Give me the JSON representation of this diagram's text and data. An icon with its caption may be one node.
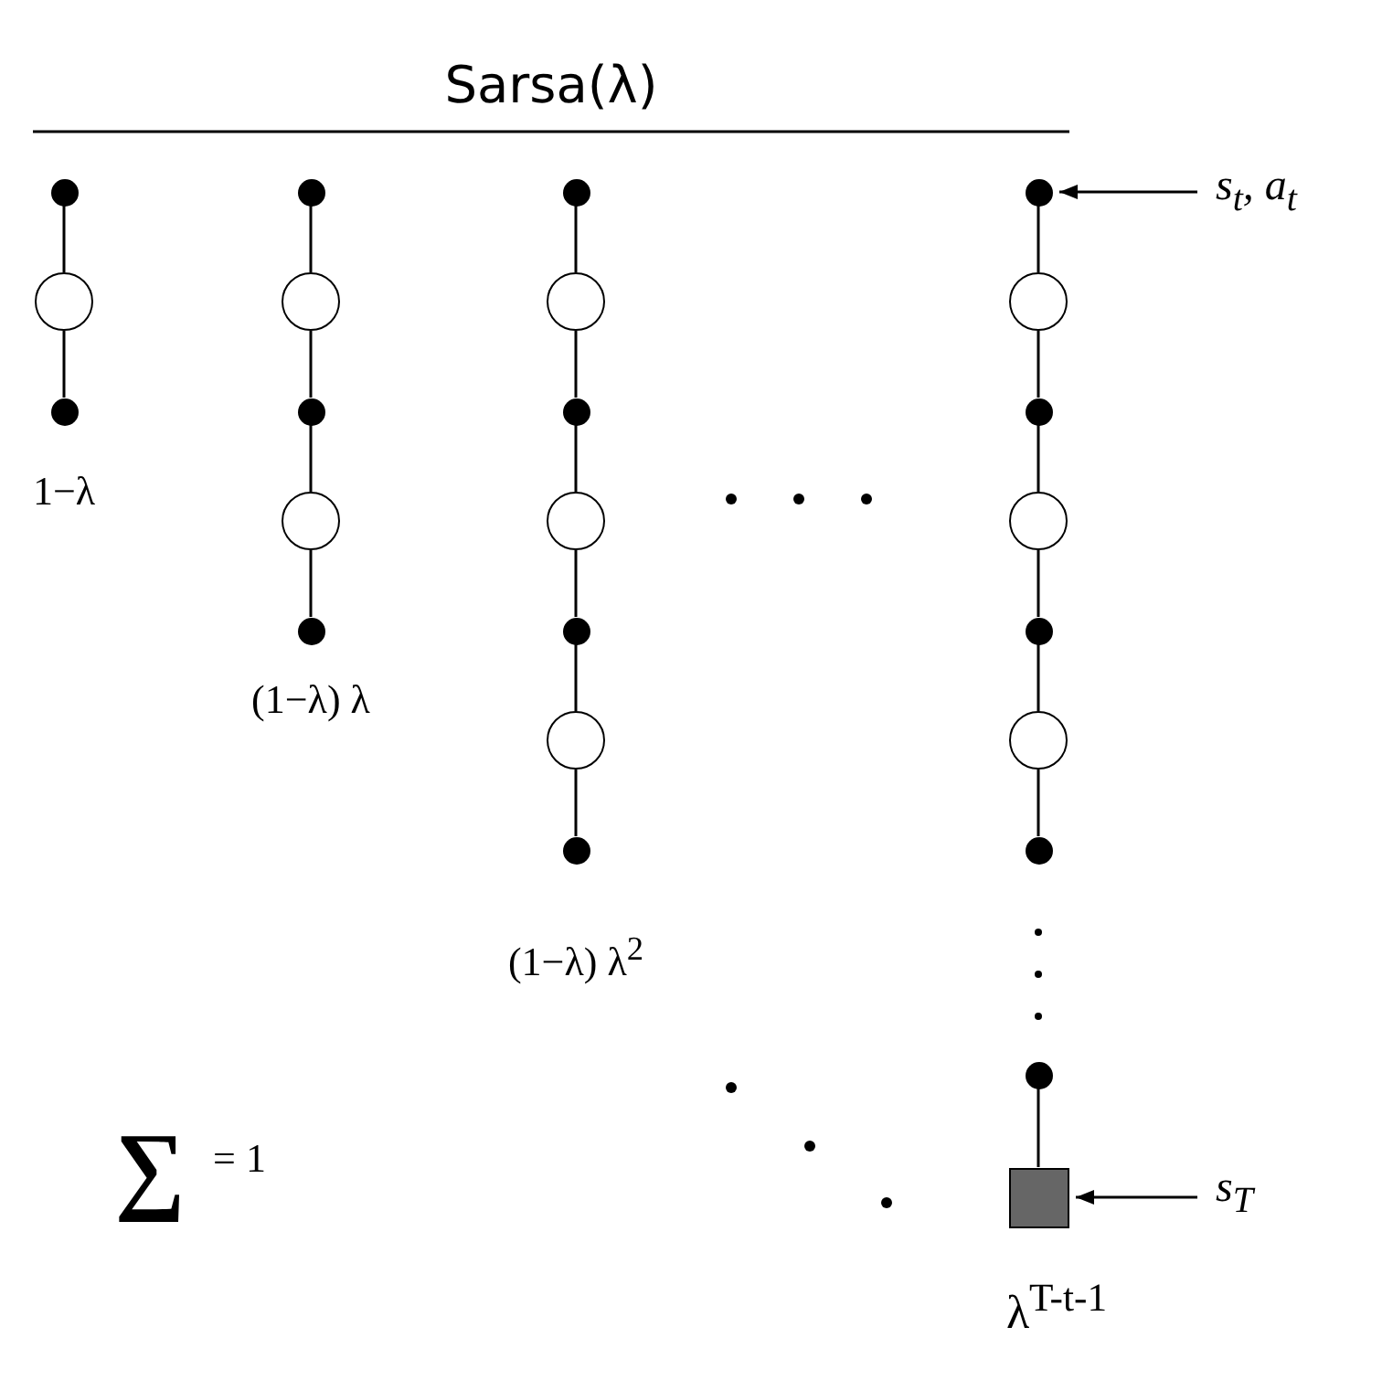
{
  "diagram": {
    "title": "Sarsa(λ)",
    "nodes": [
      {
        "text": [],
        "shape": "dot"
      },
      {
        "text": [],
        "shape": "circle"
      },
      {
        "text": [],
        "shape": "dot"
      },
      {
        "text": [],
        "shape": "dot"
      },
      {
        "text": [],
        "shape": "circle"
      },
      {
        "text": [],
        "shape": "dot"
      },
      {
        "text": [],
        "shape": "circle"
      },
      {
        "text": [],
        "shape": "dot"
      },
      {
        "text": [],
        "shape": "dot"
      },
      {
        "text": [],
        "shape": "circle"
      },
      {
        "text": [],
        "shape": "dot"
      },
      {
        "text": [],
        "shape": "circle"
      },
      {
        "text": [],
        "shape": "dot"
      },
      {
        "text": [],
        "shape": "circle"
      },
      {
        "text": [],
        "shape": "dot"
      },
      {
        "text": [],
        "shape": "dot"
      },
      {
        "text": [],
        "shape": "circle"
      },
      {
        "text": [],
        "shape": "dot"
      },
      {
        "text": [],
        "shape": "circle"
      },
      {
        "text": [],
        "shape": "dot"
      },
      {
        "text": [],
        "shape": "circle"
      },
      {
        "text": [],
        "shape": "dot"
      },
      {
        "text": [],
        "shape": "dot"
      },
      {
        "text": [],
        "shape": "box"
      },
      {
        "text": [
          "s$_{t}$, a$_{t}$"
        ]
      },
      {
        "text": [
          "s$_{T}$"
        ]
      }
    ],
    "edges": [
      {
        "from": 0,
        "to": 1,
        "arrow": "none"
      },
      {
        "from": 1,
        "to": 2,
        "arrow": "none"
      },
      {
        "from": 3,
        "to": 4,
        "arrow": "none"
      },
      {
        "from": 4,
        "to": 5,
        "arrow": "none"
      },
      {
        "from": 5,
        "to": 6,
        "arrow": "none"
      },
      {
        "from": 6,
        "to": 7,
        "arrow": "none"
      },
      {
        "from": 8,
        "to": 9,
        "arrow": "none"
      },
      {
        "from": 9,
        "to": 10,
        "arrow": "none"
      },
      {
        "from": 10,
        "to": 11,
        "arrow": "none"
      },
      {
        "from": 11,
        "to": 12,
        "arrow": "none"
      },
      {
        "from": 12,
        "to": 13,
        "arrow": "none"
      },
      {
        "from": 13,
        "to": 14,
        "arrow": "none"
      },
      {
        "from": 15,
        "to": 16,
        "arrow": "none"
      },
      {
        "from": 16,
        "to": 17,
        "arrow": "none"
      },
      {
        "from": 17,
        "to": 18,
        "arrow": "none"
      },
      {
        "from": 18,
        "to": 19,
        "arrow": "none"
      },
      {
        "from": 19,
        "to": 20,
        "arrow": "none"
      },
      {
        "from": 20,
        "to": 21,
        "arrow": "none"
      },
      {
        "from": 22,
        "to": 23,
        "arrow": "none"
      },
      {
        "from": 24,
        "to": 15,
        "arrow": "to"
      },
      {
        "from": 25,
        "to": 23,
        "arrow": "to"
      }
    ],
    "labels": [
      "1−λ",
      "(1−λ) λ",
      "(1−λ) λ$^{2}$",
      "∑",
      "= 1",
      "λ$^{T-t-1}$"
    ]
  }
}
